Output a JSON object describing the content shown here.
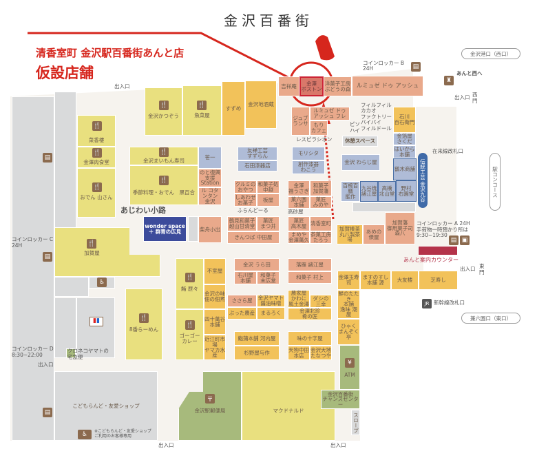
{
  "header": {
    "title": "金沢百番街",
    "notice_line1": "清香室町 金沢駅百番街あんと店",
    "notice_line2": "仮設店舗"
  },
  "colors": {
    "accent": "#d6261d",
    "restaurant": "#e9e07f",
    "food": "#f2c25a",
    "sweets": "#e9a98b",
    "crafts": "#afbcd7",
    "service": "#a7ba7c",
    "facility": "#d9dadb",
    "navy": "#3c4b9b"
  },
  "shops": {
    "katsuzou": "金沢かつぞう",
    "uonaya": "魚菜屋",
    "suzume": "すずめ",
    "jizake": "金沢地酒蔵",
    "saikourou": "菜香樓",
    "nikushokudo": "金澤肉食堂",
    "oden": "おでん 山さん",
    "maimon": "金沢まいもん寿司",
    "kuroyuri": "季節料理・おでん　黒百合",
    "sasaichi": "笹一",
    "noto": "のと復興支援\nStation",
    "lecomptoir": "ル コタンタン\n金沢",
    "wonder": "wonder space\n＋ 群青の広見",
    "shibafune": "柴舟小出",
    "kichoan": "吉祥庵",
    "boston": "金澤\nボストン",
    "budou": "洋菓子工房\nぶどうの森",
    "lemusee": "ルミュゼ ドゥ アッシュ",
    "lemusee2": "ルミュゼ ドゥ\nアッシュ フレ",
    "jubransa": "ジュブ\nランサ",
    "morikafe": "もり\nカフェ",
    "ishikawa": "石川\n百石衛門",
    "sakuda": "金箔屋\nさくだ",
    "haikara": "はいから\n本舗",
    "tsurugi": "鶴木商舗",
    "noto_saku": "百椀百膳\n能作",
    "moroeya_k": "九谷焼\n諸江屋",
    "kitayama": "高橋\n北山堂",
    "nomura": "野村\n右園堂",
    "warajiya": "金沢 わらじ屋",
    "suzuran": "友禅工芸\nすずらん",
    "ishida": "石田漆器店",
    "morishita": "モリシタ",
    "wakou": "創作漆器\nわこう",
    "kurumi": "クルミの\nおやつ",
    "nakakoshi": "和菓子処\n中越",
    "shiawase": "しあわせ\nお菓子",
    "itaya": "板屋",
    "usagi": "金澤\n福うさぎ",
    "kagahan": "和菓子\n加賀藩",
    "karokuen": "菓六園\n本舗",
    "minoya": "菓匠\nみのや",
    "koshiyama": "鶴見和菓子\n越山甘清堂",
    "matsui": "菓匠\nまつ井",
    "nakataya": "きんつば 中田屋",
    "takagiya": "菓匠\n高木屋",
    "kiyoka": "清香室町",
    "mameya": "まめや\n金澤萬久",
    "taro": "茶菓工房\nたろう",
    "urata": "金沢 うら田",
    "ishikawaya": "石川屋\n本舗",
    "suehiro": "和菓子\n末広堂",
    "rakugan": "落雁 諸江屋",
    "murakami": "和菓子 村上",
    "sasaraya": "ささら屋",
    "yamato": "金沢ヤマト\n醤油味噌",
    "butta": "ぶった農産",
    "maruroku": "まるろく",
    "kawani": "農家屋\nかわに\n風土金澤",
    "sanko": "ダシの\n三幸",
    "hokuchin": "金澤北珍\n肴の匠",
    "kawachiya": "鮨蒲本舗 河内屋",
    "suginoya": "杉野屋与作",
    "jujiya": "味の十字屋",
    "tengu": "天狗中田\n本店",
    "tanatsuya": "金沢大地\nたなつや",
    "fumuroya": "不室屋",
    "tsukudani": "金沢の味\n佃の佃煮",
    "shijimaya": "四十萬谷\n本舗",
    "yamaka": "近江町市場\nヤマカ水産",
    "rekireki": "鮨 歴々",
    "gogo": "ゴーゴー\nカレー",
    "kagaya": "加賀屋",
    "hachiban": "8番らーめん",
    "kodomo": "こどもらんど・友愛ショップ",
    "yubin": "金沢駅郵便局",
    "mcd": "マクドナルド",
    "maruhachi": "加賀棒茶\n丸八製茶場",
    "tawaraya": "あめの\n俵屋",
    "morihachi": "加賀藩\n御用菓子司\n森八",
    "tamazushi": "金澤玉寿司",
    "masunosushi": "ますのすし\n本舗 源",
    "ootomo": "大友楼",
    "shibazushi": "芝寿し",
    "ushioya": "鮮のたたき\n本舗\n逸味 潮屋",
    "hyakuman": "ひゃく\nまんぞく亭",
    "atm": "ATM",
    "chance": "金沢百番街\nチャンスセンター",
    "slope": "スロープ",
    "kuroneko": "クロネコヤマトの\n宅急便",
    "kyukei": "休憩スペース",
    "takasago": "高砂屋",
    "furando": "ふらんどーる",
    "pisopisu": "ピソ\nハイ",
    "fil": "フィルフィル\nカカオ\nファクトリー\nバイバイ\nフィルドール",
    "lespi": "レスピラシオン"
  },
  "labels": {
    "ajiwai": "あじわい小路",
    "kanazawa_kutani": "伝統工芸 金沢九谷",
    "concourse": "駅コンコース",
    "west_exit": "金沢港口（西口）",
    "east_exit": "兼六園口（東口）",
    "to_west": "あんと西へ",
    "zairai": "在来線改札口",
    "shinkansen": "新幹線改札口",
    "info": "あんと案内カウンター",
    "locker_b": "コインロッカー B\n24H",
    "locker_a": "コインロッカー A 24H\n手荷物一時預かり所は\n9:30~19:30",
    "locker_c": "コインロッカー C\n24H",
    "locker_d": "コインロッカー D\n8:30~22:00",
    "entrance": "出入口",
    "west_gate": "西\n門",
    "east_gate": "東\n門",
    "kodomo_note": "※こどもらんど・友愛ショップ\nご利用のお客様専用",
    "jr": "JR"
  }
}
